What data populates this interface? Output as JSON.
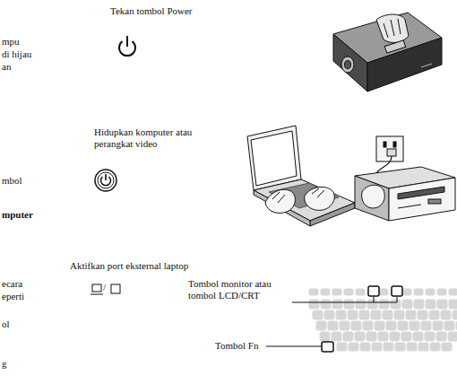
{
  "diagram": {
    "labels": [
      "mpu",
      "di hijau",
      "an",
      "Tekan tombol Power",
      "Hidupkan komputer atau perangkat video",
      "mbol",
      "mputer",
      "Aktifkan port eksternal laptop",
      "/",
      "Tombol monitor atau tombol LCD/CRT",
      "ecara",
      "eperti",
      "ol",
      "Tombol Fn",
      "g"
    ]
  }
}
